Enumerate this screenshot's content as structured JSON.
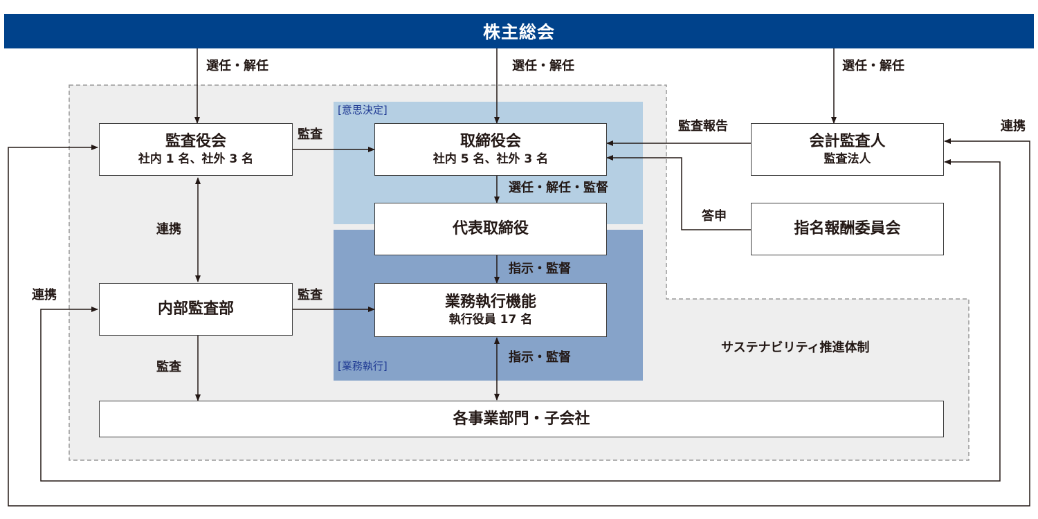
{
  "header": {
    "title": "株主総会"
  },
  "zones": {
    "decision_label": "[意思決定]",
    "execution_label": "[業務執行]",
    "sustainability_label": "サステナビリティ推進体制"
  },
  "boxes": {
    "audit_board": {
      "title": "監査役会",
      "sub": "社内 1 名、社外 3 名"
    },
    "board_of_directors": {
      "title": "取締役会",
      "sub": "社内 5 名、社外 3 名"
    },
    "accounting_auditor": {
      "title": "会計監査人",
      "sub": "監査法人"
    },
    "representative_director": {
      "title": "代表取締役"
    },
    "nomination_committee": {
      "title": "指名報酬委員会"
    },
    "internal_audit": {
      "title": "内部監査部"
    },
    "business_execution": {
      "title": "業務執行機能",
      "sub": "執行役員 17 名"
    },
    "divisions": {
      "title": "各事業部門・子会社"
    }
  },
  "labels": {
    "elect_dismiss_1": "選任・解任",
    "elect_dismiss_2": "選任・解任",
    "elect_dismiss_3": "選任・解任",
    "audit_board_to_directors": "監査",
    "audit_report": "監査報告",
    "collab_right": "連携",
    "elect_dismiss_supervise": "選任・解任・監督",
    "reply": "答申",
    "collab_middle": "連携",
    "instruct_supervise_1": "指示・監督",
    "collab_left": "連携",
    "internal_audit_to_exec": "監査",
    "instruct_supervise_2": "指示・監督",
    "internal_audit_down": "監査"
  },
  "colors": {
    "header": "#00428b",
    "decision_zone": "#b5cfe3",
    "execution_zone": "#86a3c9",
    "governance_zone": "#eeeeee",
    "line": "#231815"
  }
}
